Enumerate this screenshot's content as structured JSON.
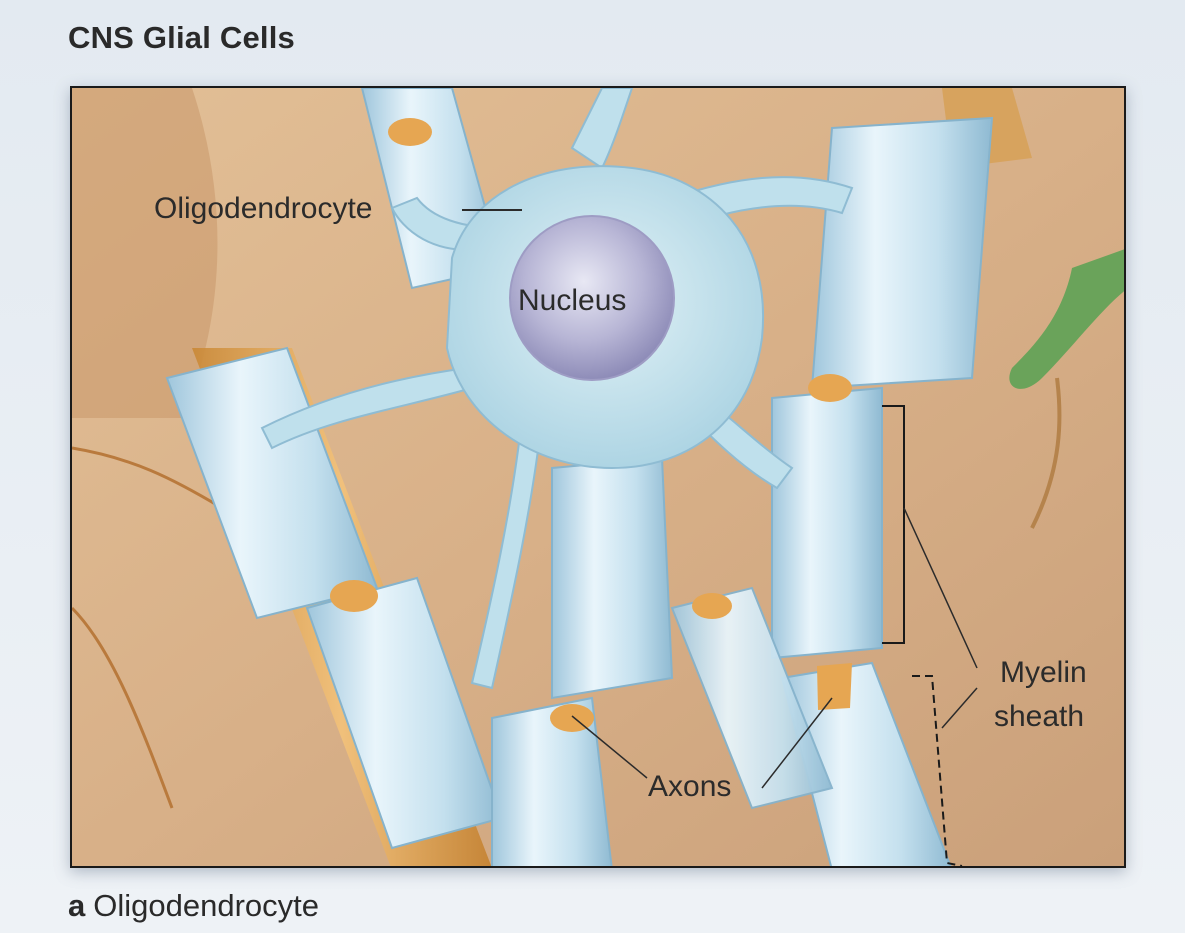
{
  "title": "CNS Glial Cells",
  "labels": {
    "oligodendrocyte": "Oligodendrocyte",
    "nucleus": "Nucleus",
    "myelin_line1": "Myelin",
    "myelin_line2": "sheath",
    "axons": "Axons"
  },
  "caption": {
    "letter": "a",
    "text": "Oligodendrocyte"
  },
  "colors": {
    "background_tissue": "#d9b38a",
    "myelin": "#cfe6f2",
    "axon": "#e0a24e",
    "nucleus": "#b9b6d6",
    "green_cell": "#6aa35a"
  }
}
